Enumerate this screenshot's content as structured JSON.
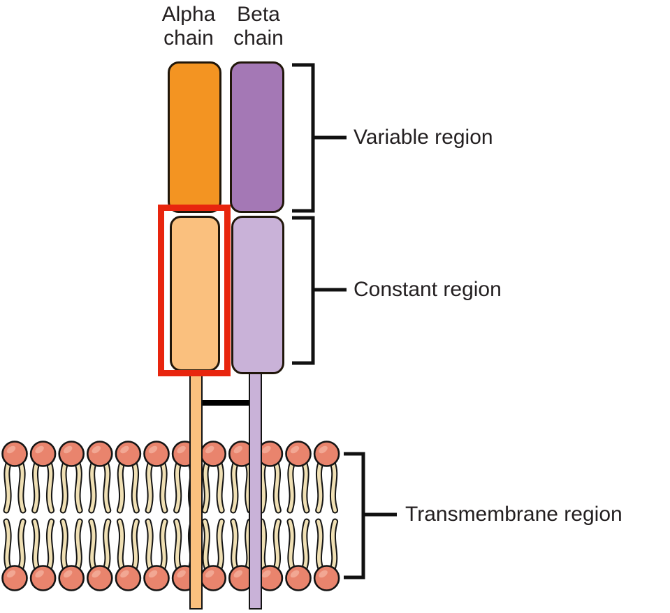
{
  "figure": {
    "alpha_chain_label": "Alpha chain",
    "beta_chain_label": "Beta chain",
    "regions": {
      "variable": "Variable region",
      "constant": "Constant region",
      "transmembrane": "Transmembrane region"
    },
    "colors": {
      "alpha_variable": "#F39422",
      "beta_variable": "#A478B5",
      "alpha_constant": "#FAC07E",
      "beta_constant": "#C9B2D8",
      "highlight_box": "#E8250E",
      "disulfide_bond": "#000000",
      "lipid_head": "#E9846D",
      "lipid_head_highlight": "#F2A793",
      "lipid_tail": "#F0E0B4",
      "lipid_outline": "#141414",
      "bracket": "#111111",
      "text": "#231F20"
    },
    "membrane": {
      "lipids_per_row": 12,
      "rows": 2
    }
  }
}
